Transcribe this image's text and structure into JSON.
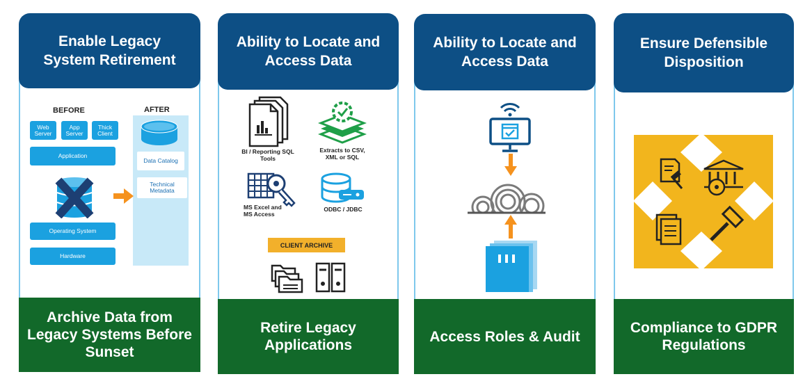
{
  "columns": [
    {
      "header": "Enable Legacy System Retirement",
      "footer": "Archive Data from Legacy Systems Before Sunset",
      "before_label": "BEFORE",
      "after_label": "AFTER",
      "web_server": "Web Server",
      "app_server": "App Server",
      "thick_client": "Thick Client",
      "application": "Application",
      "operating_system": "Operating System",
      "hardware": "Hardware",
      "data_catalog": "Data Catalog",
      "technical_metadata": "Technical Metadata"
    },
    {
      "header": "Ability to Locate and Access Data",
      "footer": "Retire Legacy Applications",
      "bi_tools": "BI / Reporting SQL Tools",
      "extracts": "Extracts to CSV, XML or SQL",
      "ms_excel": "MS Excel and MS Access",
      "odbc": "ODBC / JDBC",
      "client_archive": "CLIENT ARCHIVE"
    },
    {
      "header": "Ability to Locate and Access Data",
      "footer": "Access Roles & Audit"
    },
    {
      "header": "Ensure Defensible Disposition",
      "footer": "Compliance to GDPR Regulations"
    }
  ],
  "colors": {
    "header_blue": "#0d4f85",
    "footer_green": "#12692a",
    "accent_blue": "#1ba1e0",
    "arrow_orange": "#f5921e",
    "gold": "#f2b51d"
  }
}
